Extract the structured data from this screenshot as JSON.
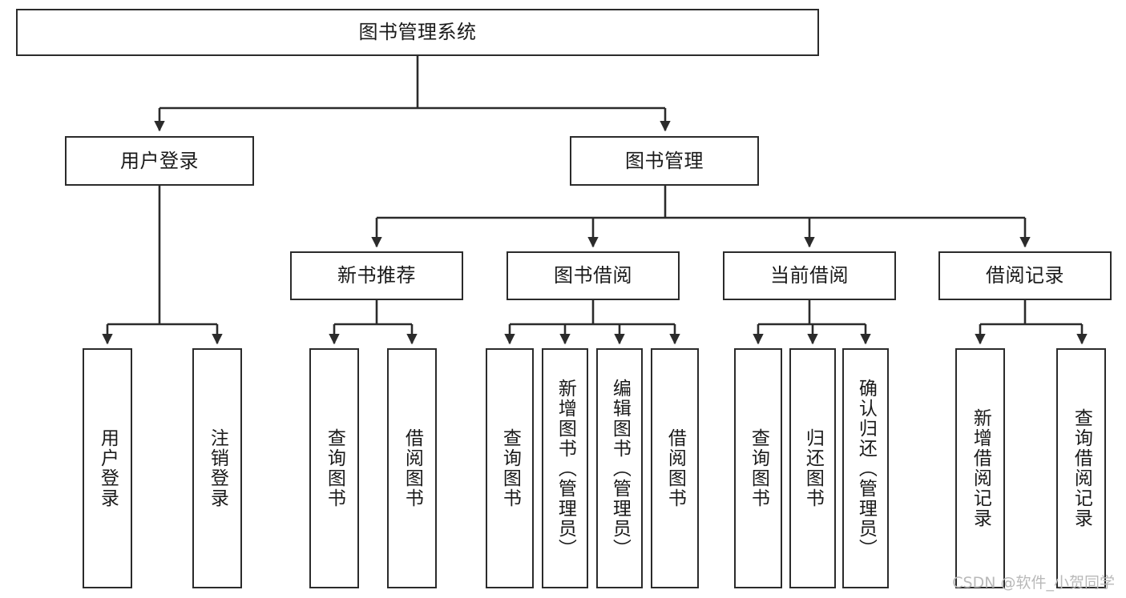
{
  "diagram": {
    "title": "图书管理系统",
    "root": {
      "label": "图书管理系统"
    },
    "level2": [
      {
        "label": "用户登录"
      },
      {
        "label": "图书管理"
      }
    ],
    "level3": [
      {
        "label": "新书推荐"
      },
      {
        "label": "图书借阅"
      },
      {
        "label": "当前借阅"
      },
      {
        "label": "借阅记录"
      }
    ],
    "leaves_user_login": [
      {
        "label": "用户登录"
      },
      {
        "label": "注销登录"
      }
    ],
    "leaves_new_book": [
      {
        "label": "查询图书"
      },
      {
        "label": "借阅图书"
      }
    ],
    "leaves_borrow": [
      {
        "label": "查询图书"
      },
      {
        "label": "新增图书（管理员）"
      },
      {
        "label": "编辑图书（管理员）"
      },
      {
        "label": "借阅图书"
      }
    ],
    "leaves_current": [
      {
        "label": "查询图书"
      },
      {
        "label": "归还图书"
      },
      {
        "label": "确认归还（管理员）"
      }
    ],
    "leaves_records": [
      {
        "label": "新增借阅记录"
      },
      {
        "label": "查询借阅记录"
      }
    ]
  },
  "watermark": {
    "text": "CSDN @软件_小贺同学"
  },
  "colors": {
    "stroke": "#2b2b2b",
    "fill": "#ffffff",
    "text": "#1a1a1a",
    "watermark": "#b9b9b9"
  }
}
